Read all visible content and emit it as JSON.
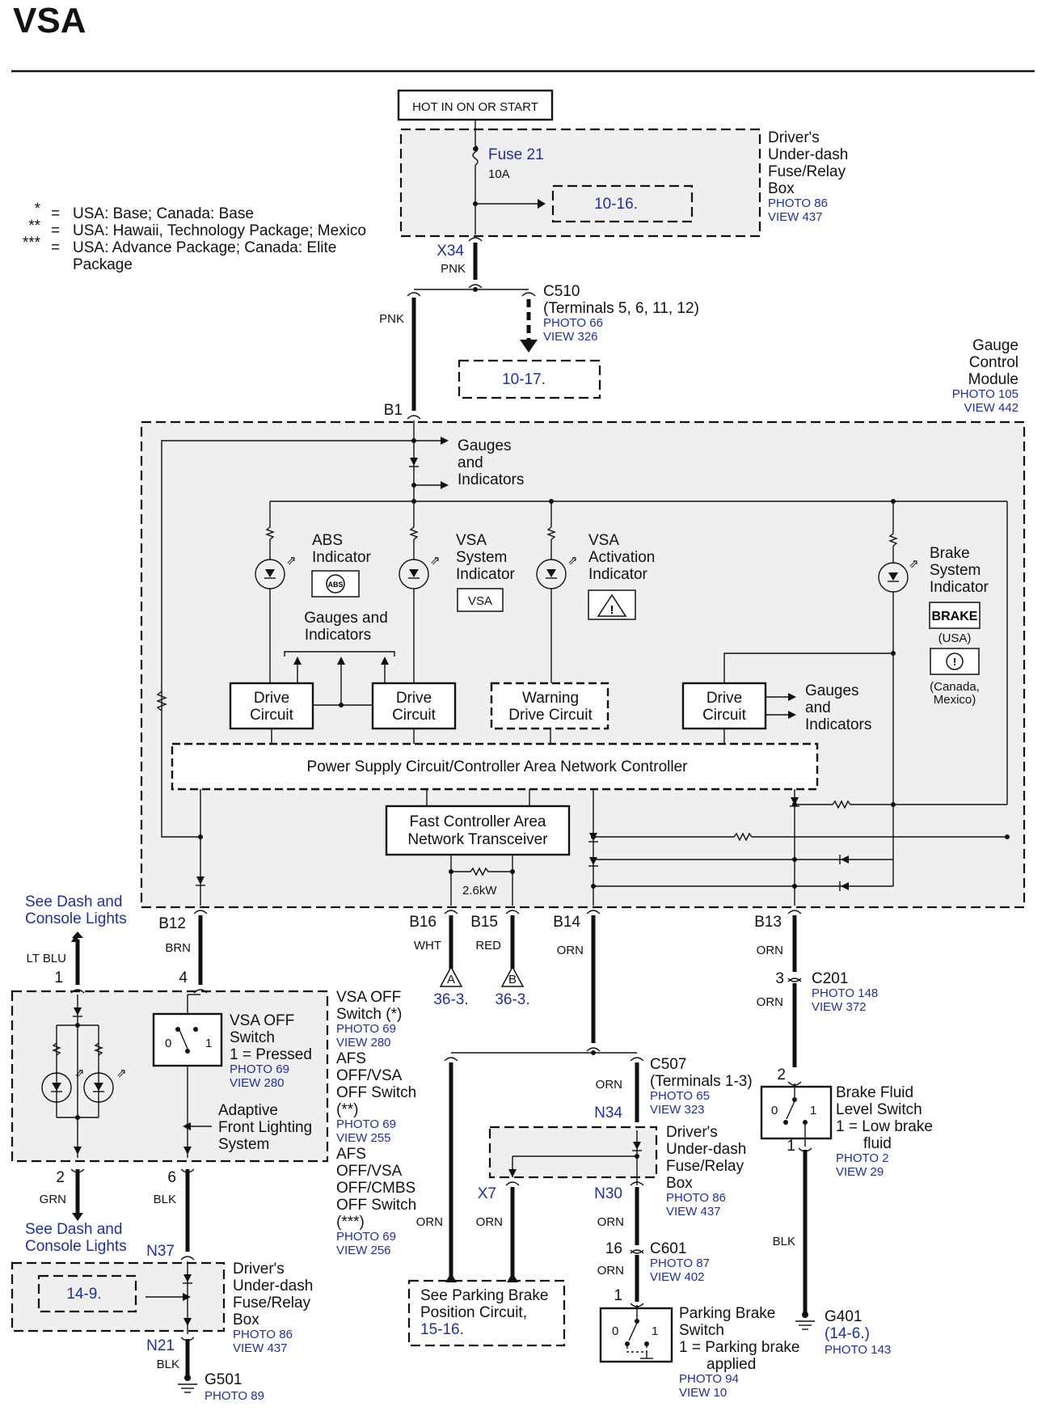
{
  "title": "VSA",
  "hot_label": "HOT IN ON OR START",
  "legend": [
    {
      "key": "*",
      "text": "USA: Base; Canada: Base"
    },
    {
      "key": "**",
      "text": "USA: Hawaii, Technology Package; Mexico"
    },
    {
      "key": "***",
      "text": "USA: Advance Package; Canada: Elite",
      "cont": "Package"
    }
  ],
  "fuse_box_top": {
    "fuse": "Fuse 21",
    "amps": "10A",
    "ref": "10-16.",
    "name_lines": [
      "Driver's",
      "Under-dash",
      "Fuse/Relay",
      "Box"
    ],
    "photo": "PHOTO 86",
    "view": "VIEW 437"
  },
  "x34": {
    "conn": "X34",
    "wire": "PNK"
  },
  "left_pnk": "PNK",
  "c510": {
    "conn": "C510",
    "terminals": "(Terminals 5, 6, 11, 12)",
    "photo": "PHOTO 66",
    "view": "VIEW 326",
    "ref": "10-17."
  },
  "gcm": {
    "name_lines": [
      "Gauge",
      "Control",
      "Module"
    ],
    "photo": "PHOTO 105",
    "view": "VIEW 442",
    "pin_b1": "B1"
  },
  "gauges_indicators": [
    "Gauges",
    "and",
    "Indicators"
  ],
  "gauges_and_indicators_2": [
    "Gauges and",
    "Indicators"
  ],
  "abs_indicator": [
    "ABS",
    "Indicator"
  ],
  "abs_symbol": "ABS",
  "vsa_sys_indicator": [
    "VSA",
    "System",
    "Indicator"
  ],
  "vsa_symbol": "VSA",
  "vsa_act_indicator": [
    "VSA",
    "Activation",
    "Indicator"
  ],
  "brake_indicator": [
    "Brake",
    "System",
    "Indicator"
  ],
  "brake_symbol": "BRAKE",
  "usa": "(USA)",
  "canada_mexico": [
    "(Canada,",
    "Mexico)"
  ],
  "drive_circuit": [
    "Drive",
    "Circuit"
  ],
  "warning_drive": [
    "Warning",
    "Drive Circuit"
  ],
  "power_supply": "Power Supply Circuit/Controller Area Network Controller",
  "fast_can": [
    "Fast Controller Area",
    "Network Transceiver"
  ],
  "resistor_label": "2.6kW",
  "pins": {
    "b12": "B12",
    "b12_wire": "BRN",
    "b16": "B16",
    "b16_wire": "WHT",
    "b15": "B15",
    "b15_wire": "RED",
    "b14": "B14",
    "b14_wire": "ORN",
    "b13": "B13",
    "b13_wire": "ORN"
  },
  "conn_a": {
    "letter": "A",
    "ref": "36-3."
  },
  "conn_b": {
    "letter": "B",
    "ref": "36-3."
  },
  "dash_lights_top": [
    "See Dash and",
    "Console Lights"
  ],
  "dash_lights_bottom": [
    "See Dash and",
    "Console Lights"
  ],
  "lt_blu": {
    "wire": "LT BLU",
    "pin": "1"
  },
  "pin_4": "4",
  "vsa_off_switch": {
    "name": [
      "VSA OFF",
      "Switch"
    ],
    "pressed": "1 = Pressed",
    "photo": "PHOTO 69",
    "view": "VIEW 280",
    "pos0": "0",
    "pos1": "1"
  },
  "afl": [
    "Adaptive",
    "Front Lighting",
    "System"
  ],
  "vsa_off_list": [
    {
      "lines": [
        "VSA OFF",
        "Switch (*)"
      ],
      "photo": "PHOTO 69",
      "view": "VIEW 280"
    },
    {
      "lines": [
        "AFS",
        "OFF/VSA",
        "OFF Switch",
        "(**)"
      ],
      "photo": "PHOTO 69",
      "view": "VIEW 255"
    },
    {
      "lines": [
        "AFS",
        "OFF/VSA",
        "OFF/CMBS",
        "OFF Switch",
        "(***)"
      ],
      "photo": "PHOTO 69",
      "view": "VIEW 256"
    }
  ],
  "grn": {
    "pin": "2",
    "wire": "GRN"
  },
  "blk6": {
    "pin": "6",
    "wire": "BLK"
  },
  "n37": "N37",
  "fuse_box_bottom": {
    "ref": "14-9.",
    "name_lines": [
      "Driver's",
      "Under-dash",
      "Fuse/Relay",
      "Box"
    ],
    "photo": "PHOTO 86",
    "view": "VIEW 437"
  },
  "n21": {
    "conn": "N21",
    "wire": "BLK"
  },
  "g501": {
    "name": "G501",
    "photo": "PHOTO 89"
  },
  "c507": {
    "conn": "C507",
    "terminals": "(Terminals 1-3)",
    "photo": "PHOTO 65",
    "view": "VIEW 323",
    "wire": "ORN"
  },
  "n34": "N34",
  "fuse_box_mid": {
    "name_lines": [
      "Driver's",
      "Under-dash",
      "Fuse/Relay",
      "Box"
    ],
    "photo": "PHOTO 86",
    "view": "VIEW 437"
  },
  "x7": "X7",
  "n30": "N30",
  "orn_labels": {
    "left": "ORN",
    "mid": "ORN",
    "right": "ORN",
    "lower": "ORN"
  },
  "parking_ref": {
    "lines": [
      "See Parking Brake",
      "Position Circuit,"
    ],
    "ref": "15-16."
  },
  "c601": {
    "pin": "16",
    "conn": "C601",
    "photo": "PHOTO 87",
    "view": "VIEW 402"
  },
  "parking_switch": {
    "pin": "1",
    "name": [
      "Parking Brake",
      "Switch"
    ],
    "desc": [
      "1 = Parking brake",
      "applied"
    ],
    "photo": "PHOTO 94",
    "view": "VIEW 10",
    "pos0": "0",
    "pos1": "1"
  },
  "c201": {
    "pin": "3",
    "conn": "C201",
    "photo": "PHOTO 148",
    "view": "VIEW 372",
    "wire": "ORN"
  },
  "brake_fluid": {
    "pin_in": "2",
    "pin_out": "1",
    "name": [
      "Brake Fluid",
      "Level Switch"
    ],
    "desc": [
      "1 = Low brake",
      "fluid"
    ],
    "photo": "PHOTO 2",
    "view": "VIEW 29",
    "pos0": "0",
    "pos1": "1"
  },
  "blk_right": "BLK",
  "g401": {
    "name": "G401",
    "ref": "(14-6.)",
    "photo": "PHOTO 143"
  }
}
